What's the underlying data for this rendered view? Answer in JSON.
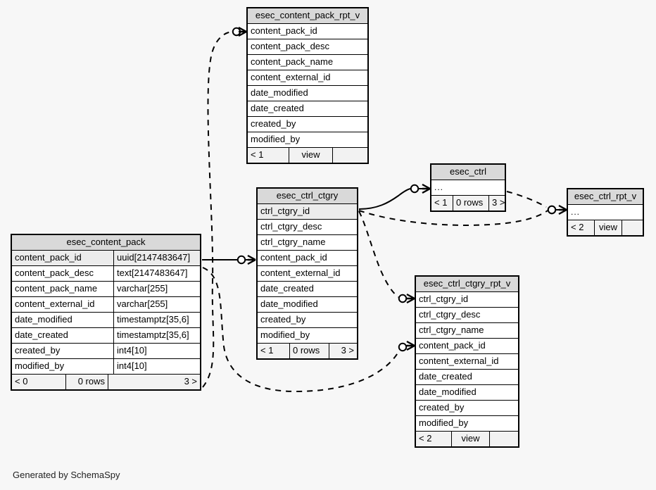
{
  "diagram": {
    "credit": "Generated by SchemaSpy",
    "background_color": "#f7f7f7",
    "header_color": "#d9d9d9",
    "pk_row_color": "#ececec",
    "line_color": "#000000"
  },
  "entities": {
    "content_pack": {
      "title": "esec_content_pack",
      "columns": [
        {
          "name": "content_pack_id",
          "type": "uuid[2147483647]",
          "pk": true
        },
        {
          "name": "content_pack_desc",
          "type": "text[2147483647]",
          "pk": false
        },
        {
          "name": "content_pack_name",
          "type": "varchar[255]",
          "pk": false
        },
        {
          "name": "content_external_id",
          "type": "varchar[255]",
          "pk": false
        },
        {
          "name": "date_modified",
          "type": "timestamptz[35,6]",
          "pk": false
        },
        {
          "name": "date_created",
          "type": "timestamptz[35,6]",
          "pk": false
        },
        {
          "name": "created_by",
          "type": "int4[10]",
          "pk": false
        },
        {
          "name": "modified_by",
          "type": "int4[10]",
          "pk": false
        }
      ],
      "footer": {
        "left": "< 0",
        "middle": "0 rows",
        "right": "3 >"
      }
    },
    "content_pack_rpt_v": {
      "title": "esec_content_pack_rpt_v",
      "columns": [
        {
          "name": "content_pack_id",
          "pk": false
        },
        {
          "name": "content_pack_desc",
          "pk": false
        },
        {
          "name": "content_pack_name",
          "pk": false
        },
        {
          "name": "content_external_id",
          "pk": false
        },
        {
          "name": "date_modified",
          "pk": false
        },
        {
          "name": "date_created",
          "pk": false
        },
        {
          "name": "created_by",
          "pk": false
        },
        {
          "name": "modified_by",
          "pk": false
        }
      ],
      "footer": {
        "left": "< 1",
        "middle": "view",
        "right": ""
      }
    },
    "ctrl_ctgry": {
      "title": "esec_ctrl_ctgry",
      "columns": [
        {
          "name": "ctrl_ctgry_id",
          "pk": true
        },
        {
          "name": "ctrl_ctgry_desc",
          "pk": false
        },
        {
          "name": "ctrl_ctgry_name",
          "pk": false
        },
        {
          "name": "content_pack_id",
          "pk": false
        },
        {
          "name": "content_external_id",
          "pk": false
        },
        {
          "name": "date_created",
          "pk": false
        },
        {
          "name": "date_modified",
          "pk": false
        },
        {
          "name": "created_by",
          "pk": false
        },
        {
          "name": "modified_by",
          "pk": false
        }
      ],
      "footer": {
        "left": "< 1",
        "middle": "0 rows",
        "right": "3 >"
      }
    },
    "ctrl": {
      "title": "esec_ctrl",
      "columns": [
        {
          "name": "...",
          "pk": false
        }
      ],
      "footer": {
        "left": "< 1",
        "middle": "0 rows",
        "right": "3 >"
      }
    },
    "ctrl_rpt_v": {
      "title": "esec_ctrl_rpt_v",
      "columns": [
        {
          "name": "...",
          "pk": false
        }
      ],
      "footer": {
        "left": "< 2",
        "middle": "view",
        "right": ""
      }
    },
    "ctrl_ctgry_rpt_v": {
      "title": "esec_ctrl_ctgry_rpt_v",
      "columns": [
        {
          "name": "ctrl_ctgry_id",
          "pk": false
        },
        {
          "name": "ctrl_ctgry_desc",
          "pk": false
        },
        {
          "name": "ctrl_ctgry_name",
          "pk": false
        },
        {
          "name": "content_pack_id",
          "pk": false
        },
        {
          "name": "content_external_id",
          "pk": false
        },
        {
          "name": "date_created",
          "pk": false
        },
        {
          "name": "date_modified",
          "pk": false
        },
        {
          "name": "created_by",
          "pk": false
        },
        {
          "name": "modified_by",
          "pk": false
        }
      ],
      "footer": {
        "left": "< 2",
        "middle": "view",
        "right": ""
      }
    }
  },
  "relationships": [
    {
      "name": "content-pack-to-content-pack-rpt-v",
      "from": "esec_content_pack",
      "to": "esec_content_pack_rpt_v",
      "style": "dashed"
    },
    {
      "name": "content-pack-to-ctrl-ctgry",
      "from": "esec_content_pack",
      "to": "esec_ctrl_ctgry",
      "style": "solid"
    },
    {
      "name": "content-pack-to-ctrl-ctgry-rpt-v",
      "from": "esec_content_pack",
      "to": "esec_ctrl_ctgry_rpt_v",
      "style": "dashed"
    },
    {
      "name": "ctrl-ctgry-to-ctrl",
      "from": "esec_ctrl_ctgry",
      "to": "esec_ctrl",
      "style": "solid"
    },
    {
      "name": "ctrl-ctgry-to-ctrl-rpt-v",
      "from": "esec_ctrl_ctgry",
      "to": "esec_ctrl_rpt_v",
      "style": "dashed"
    },
    {
      "name": "ctrl-ctgry-to-ctrl-ctgry-rpt-v",
      "from": "esec_ctrl_ctgry",
      "to": "esec_ctrl_ctgry_rpt_v",
      "style": "dashed"
    },
    {
      "name": "ctrl-to-ctrl-rpt-v",
      "from": "esec_ctrl",
      "to": "esec_ctrl_rpt_v",
      "style": "dashed"
    }
  ]
}
